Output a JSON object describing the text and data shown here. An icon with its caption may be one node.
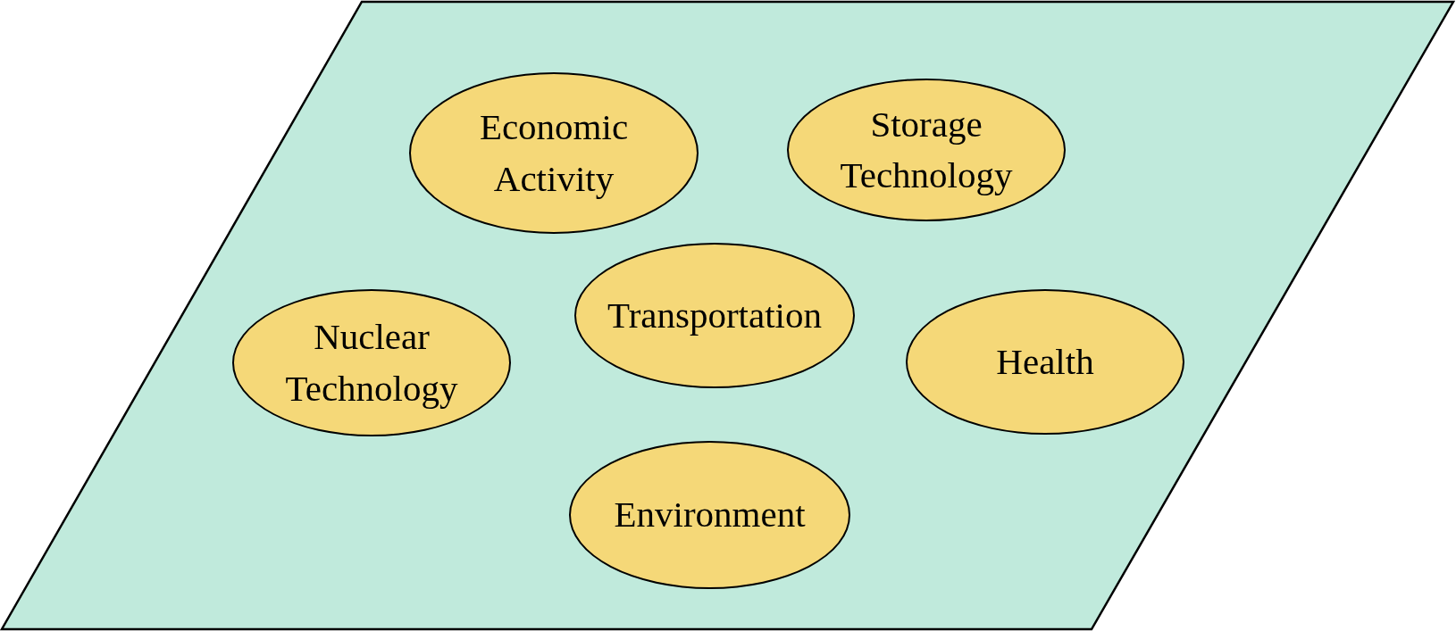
{
  "diagram": {
    "nodes": [
      {
        "text": [],
        "shape": "parallelogram"
      },
      {
        "text": [
          "Economic Activity"
        ],
        "in": 0
      },
      {
        "text": [
          "Storage Technology"
        ],
        "in": 0
      },
      {
        "text": [
          "Transportation"
        ],
        "in": 0
      },
      {
        "text": [
          "Nuclear Technology"
        ],
        "in": 0
      },
      {
        "text": [
          "Health"
        ],
        "in": 0
      },
      {
        "text": [
          "Environment"
        ],
        "in": 0
      }
    ]
  }
}
